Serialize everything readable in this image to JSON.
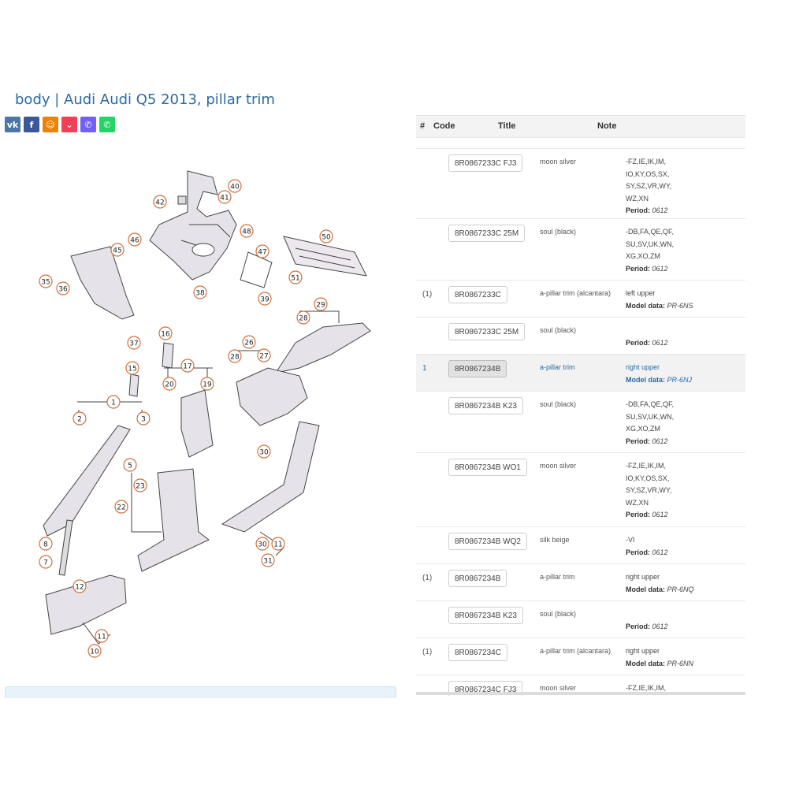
{
  "page": {
    "title": "body | Audi Audi Q5 2013, pillar trim"
  },
  "share": [
    "vk",
    "f",
    "ok",
    "pocket",
    "viber",
    "whatsapp"
  ],
  "share_colors": {
    "vk": "#4a76a8",
    "f": "#3b5998",
    "ok": "#ee8208",
    "pocket": "#ef4056",
    "viber": "#7360f2",
    "whatsapp": "#25d366"
  },
  "diagram": {
    "callouts": [
      "40",
      "41",
      "42",
      "48",
      "45",
      "46",
      "47",
      "50",
      "35",
      "36",
      "38",
      "39",
      "51",
      "37",
      "29",
      "28",
      "16",
      "26",
      "15",
      "17",
      "27",
      "28",
      "20",
      "19",
      "2",
      "1",
      "3",
      "30",
      "5",
      "23",
      "22",
      "8",
      "7",
      "30",
      "11",
      "31",
      "12",
      "11",
      "10"
    ]
  },
  "table": {
    "headers": {
      "num": "#",
      "code": "Code",
      "title": "Title",
      "note": "Note"
    },
    "rows": [
      {
        "num": "",
        "code": "8R0867233C FJ3",
        "title": "moon silver",
        "note_lines": [
          "-FZ,IE,IK,IM,",
          "IO,KY,OS,SX,",
          "SY,SZ,VR,WY,",
          "WZ,XN"
        ],
        "label": "Period:",
        "value": "0612",
        "highlight": false
      },
      {
        "num": "",
        "code": "8R0867233C 25M",
        "title": "soul (black)",
        "note_lines": [
          "-DB,FA,QE,QF,",
          "SU,SV,UK,WN,",
          "XG,XO,ZM"
        ],
        "label": "Period:",
        "value": "0612",
        "highlight": false
      },
      {
        "num": "(1)",
        "code": "8R0867233C",
        "title": "a-pillar trim (alcantara)",
        "note_lines": [
          "left upper"
        ],
        "label": "Model data:",
        "value": "PR-6NS",
        "highlight": false
      },
      {
        "num": "",
        "code": "8R0867233C 25M",
        "title": "soul (black)",
        "note_lines": [
          ""
        ],
        "label": "Period:",
        "value": "0612",
        "highlight": false
      },
      {
        "num": "1",
        "code": "8R0867234B",
        "title": "a-pillar trim",
        "note_lines": [
          "right upper"
        ],
        "label": "Model data:",
        "value": "PR-6NJ",
        "highlight": true
      },
      {
        "num": "",
        "code": "8R0867234B K23",
        "title": "soul (black)",
        "note_lines": [
          "-DB,FA,QE,QF,",
          "SU,SV,UK,WN,",
          "XG,XO,ZM"
        ],
        "label": "Period:",
        "value": "0612",
        "highlight": false
      },
      {
        "num": "",
        "code": "8R0867234B WO1",
        "title": "moon silver",
        "note_lines": [
          "-FZ,IE,IK,IM,",
          "IO,KY,OS,SX,",
          "SY,SZ,VR,WY,",
          "WZ,XN"
        ],
        "label": "Period:",
        "value": "0612",
        "highlight": false
      },
      {
        "num": "",
        "code": "8R0867234B WQ2",
        "title": "silk beige",
        "note_lines": [
          "-VI"
        ],
        "label": "Period:",
        "value": "0612",
        "highlight": false
      },
      {
        "num": "(1)",
        "code": "8R0867234B",
        "title": "a-pillar trim",
        "note_lines": [
          "right upper"
        ],
        "label": "Model data:",
        "value": "PR-6NQ",
        "highlight": false
      },
      {
        "num": "",
        "code": "8R0867234B K23",
        "title": "soul (black)",
        "note_lines": [
          ""
        ],
        "label": "Period:",
        "value": "0612",
        "highlight": false
      },
      {
        "num": "(1)",
        "code": "8R0867234C",
        "title": "a-pillar trim (alcantara)",
        "note_lines": [
          "right upper"
        ],
        "label": "Model data:",
        "value": "PR-6NN",
        "highlight": false
      },
      {
        "num": "",
        "code": "8R0867234C FJ3",
        "title": "moon silver",
        "note_lines": [
          "-FZ,IE,IK,IM,"
        ],
        "label": "",
        "value": "",
        "highlight": false
      }
    ]
  }
}
